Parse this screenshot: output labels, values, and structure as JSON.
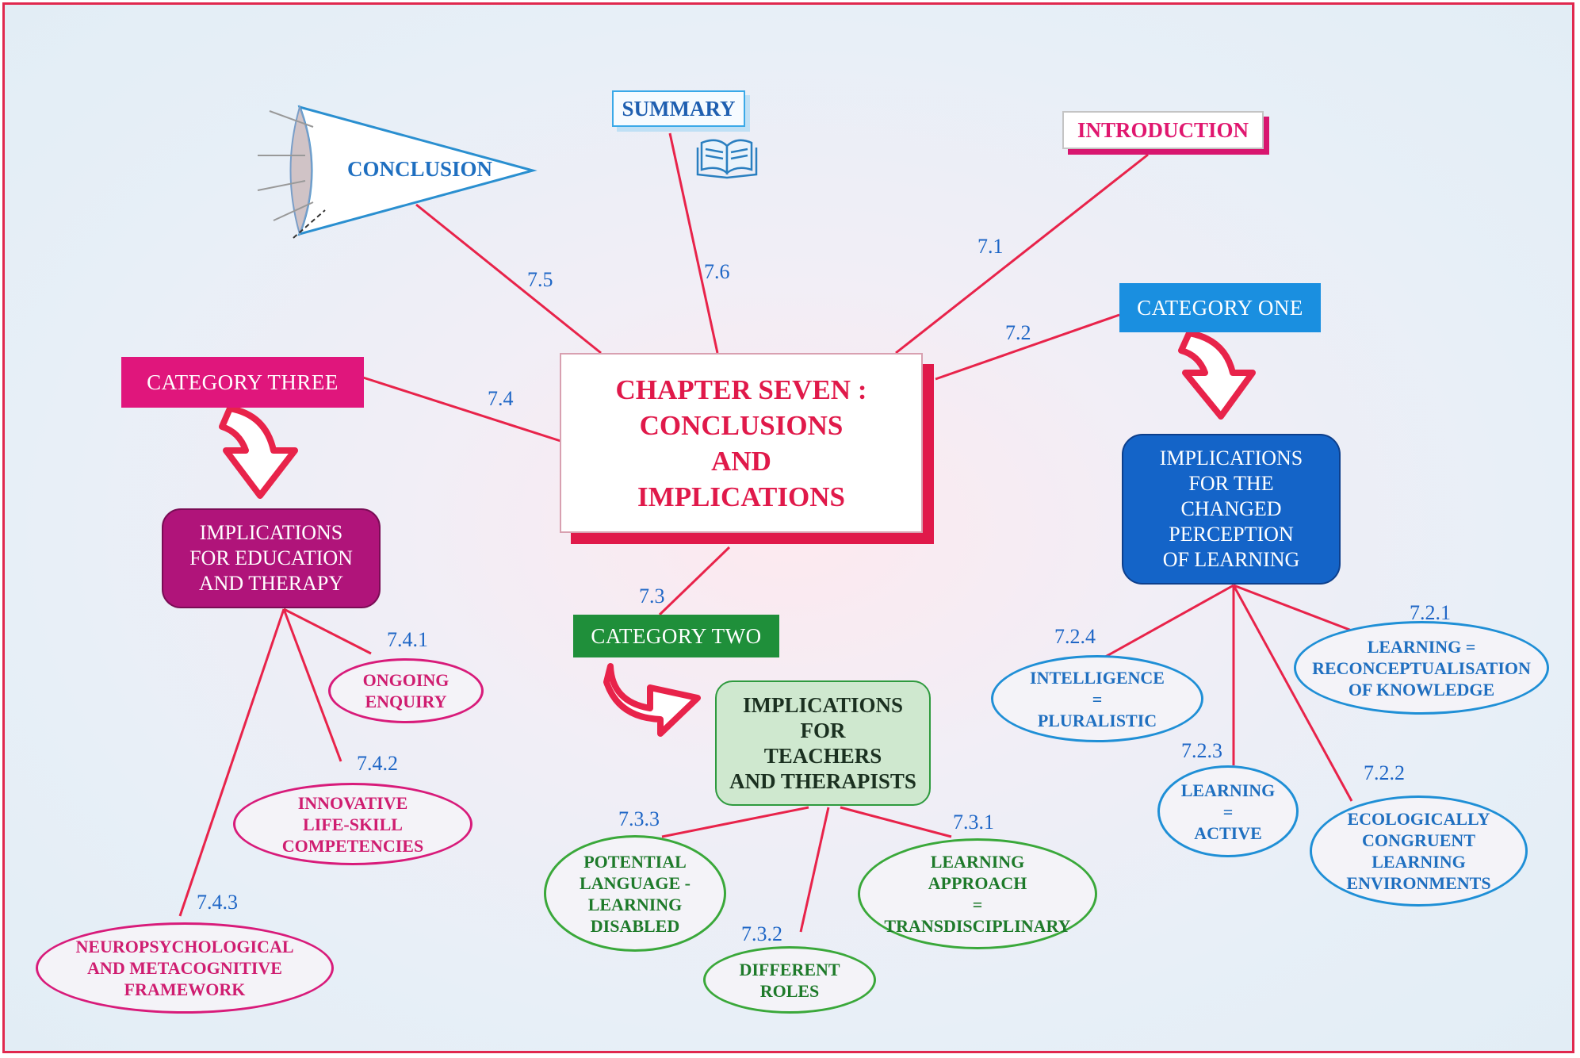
{
  "center": {
    "line1": "CHAPTER SEVEN :",
    "line2": "CONCLUSIONS",
    "line3": "AND",
    "line4": "IMPLICATIONS"
  },
  "top_nodes": {
    "summary": "SUMMARY",
    "introduction": "INTRODUCTION",
    "conclusion": "CONCLUSION"
  },
  "branch_numbers": {
    "b71": "7.1",
    "b72": "7.2",
    "b73": "7.3",
    "b74": "7.4",
    "b75": "7.5",
    "b76": "7.6"
  },
  "category_one": {
    "label": "CATEGORY ONE",
    "implication": [
      "IMPLICATIONS",
      "FOR THE",
      "CHANGED",
      "PERCEPTION",
      "OF LEARNING"
    ],
    "subs": [
      {
        "num": "7.2.1",
        "lines": [
          "LEARNING =",
          "RECONCEPTUALISATION",
          "OF KNOWLEDGE"
        ]
      },
      {
        "num": "7.2.2",
        "lines": [
          "ECOLOGICALLY",
          "CONGRUENT",
          "LEARNING",
          "ENVIRONMENTS"
        ]
      },
      {
        "num": "7.2.3",
        "lines": [
          "LEARNING",
          "=",
          "ACTIVE"
        ]
      },
      {
        "num": "7.2.4",
        "lines": [
          "INTELLIGENCE",
          "=",
          "PLURALISTIC"
        ]
      }
    ]
  },
  "category_two": {
    "label": "CATEGORY TWO",
    "implication": [
      "IMPLICATIONS",
      "FOR",
      "TEACHERS",
      "AND THERAPISTS"
    ],
    "subs": [
      {
        "num": "7.3.1",
        "lines": [
          "LEARNING",
          "APPROACH",
          "=",
          "TRANSDISCIPLINARY"
        ]
      },
      {
        "num": "7.3.2",
        "lines": [
          "DIFFERENT",
          "ROLES"
        ]
      },
      {
        "num": "7.3.3",
        "lines": [
          "POTENTIAL",
          "LANGUAGE -",
          "LEARNING",
          "DISABLED"
        ]
      }
    ]
  },
  "category_three": {
    "label": "CATEGORY THREE",
    "implication": [
      "IMPLICATIONS",
      "FOR EDUCATION",
      "AND THERAPY"
    ],
    "subs": [
      {
        "num": "7.4.1",
        "lines": [
          "ONGOING",
          "ENQUIRY"
        ]
      },
      {
        "num": "7.4.2",
        "lines": [
          "INNOVATIVE",
          "LIFE-SKILL",
          "COMPETENCIES"
        ]
      },
      {
        "num": "7.4.3",
        "lines": [
          "NEUROPSYCHOLOGICAL",
          "AND METACOGNITIVE",
          "FRAMEWORK"
        ]
      }
    ]
  },
  "colors": {
    "line": "#e8234a",
    "center_text": "#e0194a",
    "category_one": "#1a8fe0",
    "category_two": "#1f8f3a",
    "category_three": "#e0167c",
    "implication_one": "#1464c8",
    "implication_two": "#cfe8cf",
    "implication_three": "#b0147a",
    "branch_number": "#1e66c6"
  },
  "icons": {
    "summary": "open-book-icon",
    "conclusion": "cone-lens-icon",
    "arrow": "curved-down-arrow-icon"
  }
}
